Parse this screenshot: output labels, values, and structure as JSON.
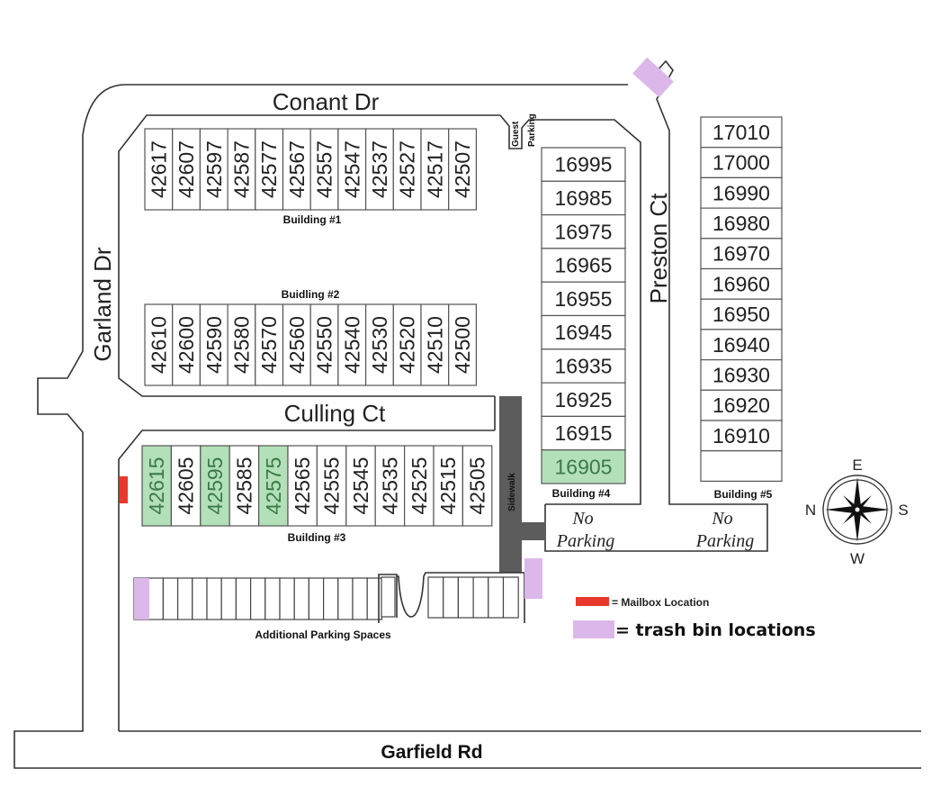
{
  "colors": {
    "highlight_unit": "#b3e0b8",
    "mailbox": "#e8382b",
    "trash": "#dcb8ea",
    "sidewalk": "#5c5c5c"
  },
  "streets": {
    "conant": "Conant Dr",
    "garland": "Garland Dr",
    "culling": "Culling Ct",
    "preston": "Preston Ct",
    "garfield": "Garfield Rd"
  },
  "labels": {
    "guest_parking_line1": "Guest",
    "guest_parking_line2": "Parking",
    "sidewalk": "Sidewalk",
    "no_parking_1_line1": "No",
    "no_parking_1_line2": "Parking",
    "no_parking_2_line1": "No",
    "no_parking_2_line2": "Parking",
    "additional_parking": "Additional Parking Spaces"
  },
  "buildings": [
    {
      "name": "Building #1",
      "units": [
        {
          "number": "42617",
          "highlighted": false
        },
        {
          "number": "42607",
          "highlighted": false
        },
        {
          "number": "42597",
          "highlighted": false
        },
        {
          "number": "42587",
          "highlighted": false
        },
        {
          "number": "42577",
          "highlighted": false
        },
        {
          "number": "42567",
          "highlighted": false
        },
        {
          "number": "42557",
          "highlighted": false
        },
        {
          "number": "42547",
          "highlighted": false
        },
        {
          "number": "42537",
          "highlighted": false
        },
        {
          "number": "42527",
          "highlighted": false
        },
        {
          "number": "42517",
          "highlighted": false
        },
        {
          "number": "42507",
          "highlighted": false
        }
      ]
    },
    {
      "name": "Buidling #2",
      "units": [
        {
          "number": "42610",
          "highlighted": false
        },
        {
          "number": "42600",
          "highlighted": false
        },
        {
          "number": "42590",
          "highlighted": false
        },
        {
          "number": "42580",
          "highlighted": false
        },
        {
          "number": "42570",
          "highlighted": false
        },
        {
          "number": "42560",
          "highlighted": false
        },
        {
          "number": "42550",
          "highlighted": false
        },
        {
          "number": "42540",
          "highlighted": false
        },
        {
          "number": "42530",
          "highlighted": false
        },
        {
          "number": "42520",
          "highlighted": false
        },
        {
          "number": "42510",
          "highlighted": false
        },
        {
          "number": "42500",
          "highlighted": false
        }
      ]
    },
    {
      "name": "Building #3",
      "units": [
        {
          "number": "42615",
          "highlighted": true
        },
        {
          "number": "42605",
          "highlighted": false
        },
        {
          "number": "42595",
          "highlighted": true
        },
        {
          "number": "42585",
          "highlighted": false
        },
        {
          "number": "42575",
          "highlighted": true
        },
        {
          "number": "42565",
          "highlighted": false
        },
        {
          "number": "42555",
          "highlighted": false
        },
        {
          "number": "42545",
          "highlighted": false
        },
        {
          "number": "42535",
          "highlighted": false
        },
        {
          "number": "42525",
          "highlighted": false
        },
        {
          "number": "42515",
          "highlighted": false
        },
        {
          "number": "42505",
          "highlighted": false
        }
      ]
    },
    {
      "name": "Building #4",
      "units": [
        {
          "number": "16995",
          "highlighted": false
        },
        {
          "number": "16985",
          "highlighted": false
        },
        {
          "number": "16975",
          "highlighted": false
        },
        {
          "number": "16965",
          "highlighted": false
        },
        {
          "number": "16955",
          "highlighted": false
        },
        {
          "number": "16945",
          "highlighted": false
        },
        {
          "number": "16935",
          "highlighted": false
        },
        {
          "number": "16925",
          "highlighted": false
        },
        {
          "number": "16915",
          "highlighted": false
        },
        {
          "number": "16905",
          "highlighted": true
        }
      ]
    },
    {
      "name": "Building #5",
      "units": [
        {
          "number": "17010",
          "highlighted": false
        },
        {
          "number": "17000",
          "highlighted": false
        },
        {
          "number": "16990",
          "highlighted": false
        },
        {
          "number": "16980",
          "highlighted": false
        },
        {
          "number": "16970",
          "highlighted": false
        },
        {
          "number": "16960",
          "highlighted": false
        },
        {
          "number": "16950",
          "highlighted": false
        },
        {
          "number": "16940",
          "highlighted": false
        },
        {
          "number": "16930",
          "highlighted": false
        },
        {
          "number": "16920",
          "highlighted": false
        },
        {
          "number": "16910",
          "highlighted": false
        },
        {
          "number": "",
          "highlighted": false
        }
      ]
    }
  ],
  "legend": {
    "mailbox": "= Mailbox Location",
    "trash": "= trash bin locations"
  },
  "compass": {
    "top": "E",
    "bottom": "W",
    "left": "N",
    "right": "S"
  }
}
